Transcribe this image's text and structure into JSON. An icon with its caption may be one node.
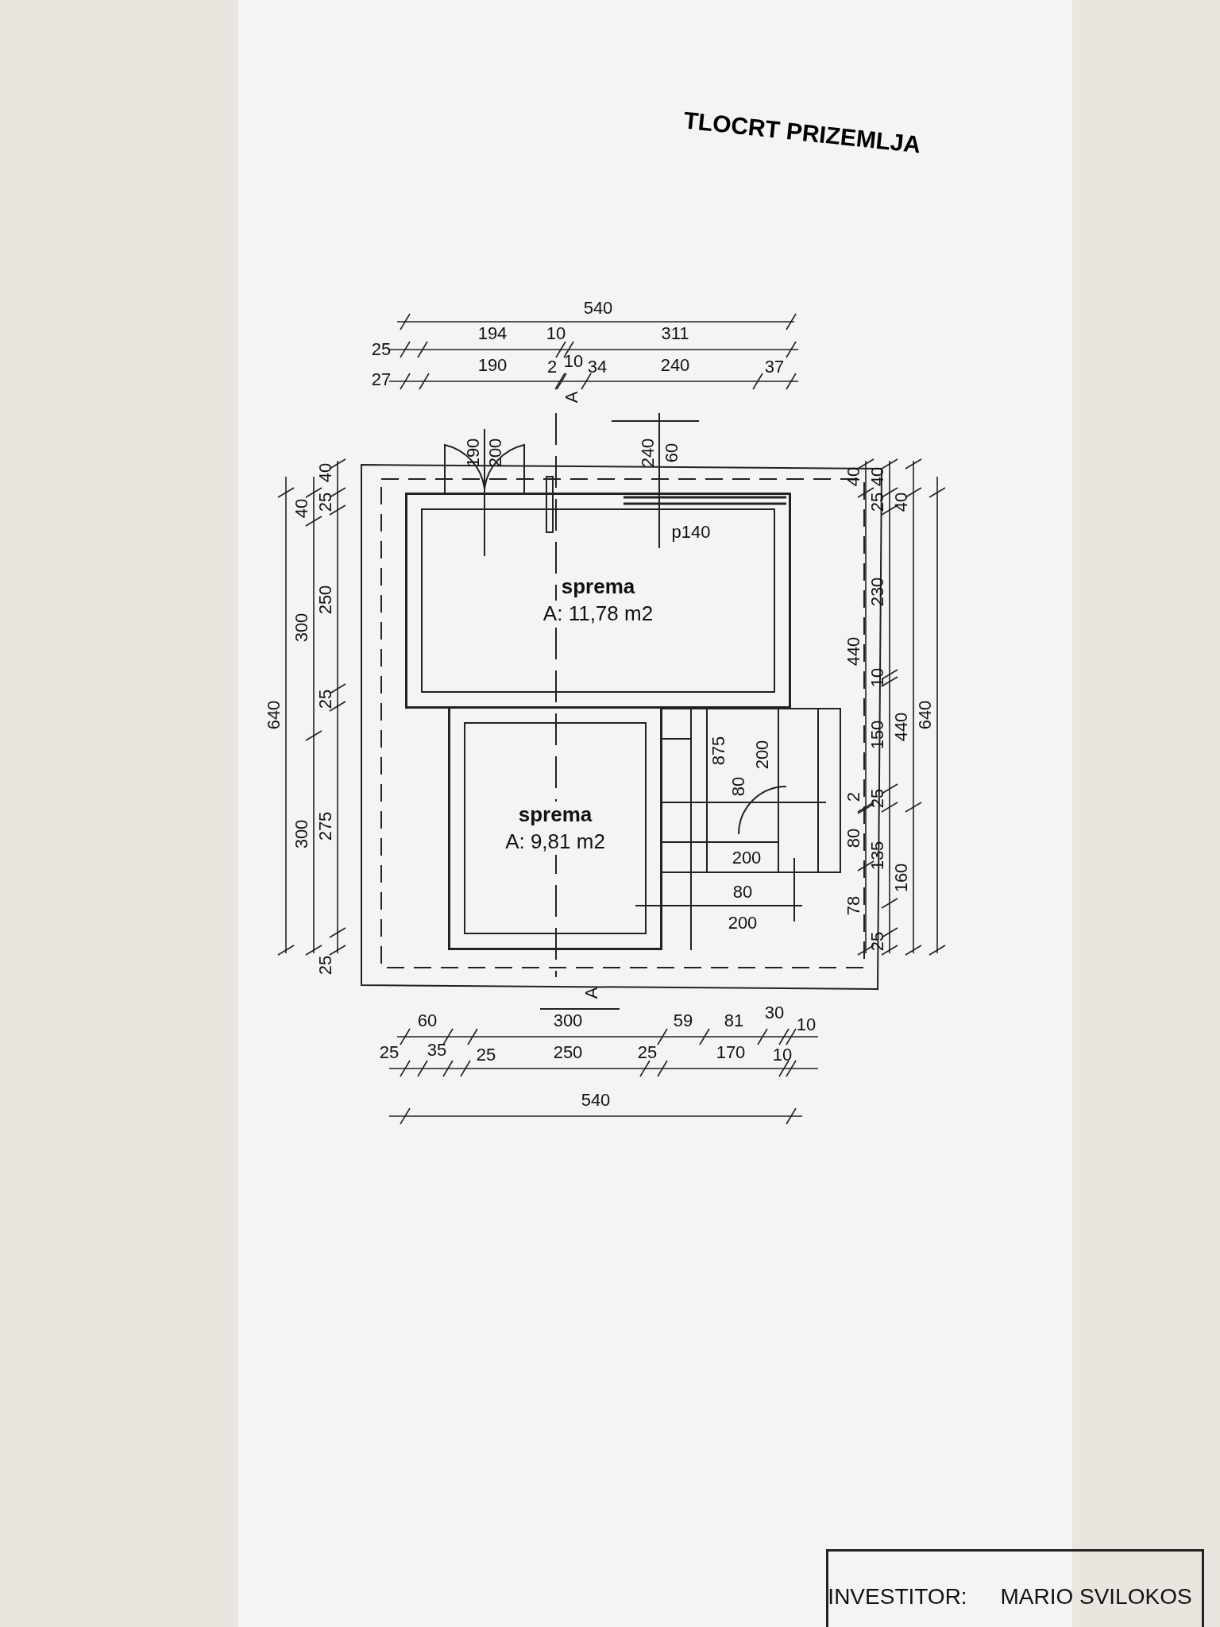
{
  "diagram": {
    "title": "TLOCRT PRIZEMLJA",
    "nodes": [
      {
        "text": [
          "sprema",
          "A: 11,78 m2"
        ]
      },
      {
        "text": [
          "sprema",
          "A: 9,81 m2"
        ]
      }
    ],
    "edges": [],
    "labels": [
      "540",
      "25",
      "194",
      "10",
      "311",
      "10",
      "27",
      "190",
      "2",
      "34",
      "240",
      "37",
      "A",
      "190",
      "200",
      "240",
      "60",
      "640",
      "40",
      "300",
      "300",
      "40",
      "25",
      "250",
      "25",
      "275",
      "25",
      "40",
      "440",
      "2",
      "80",
      "78",
      "40",
      "25",
      "230",
      "10",
      "150",
      "25",
      "135",
      "25",
      "40",
      "440",
      "160",
      "640",
      "p140",
      "875",
      "80",
      "200",
      "200",
      "80",
      "200",
      "A",
      "60",
      "35",
      "300",
      "59",
      "81",
      "30",
      "10",
      "25",
      "25",
      "250",
      "25",
      "170",
      "10",
      "540",
      "INVESTITOR:",
      "MARIO SVILOKOS"
    ]
  }
}
